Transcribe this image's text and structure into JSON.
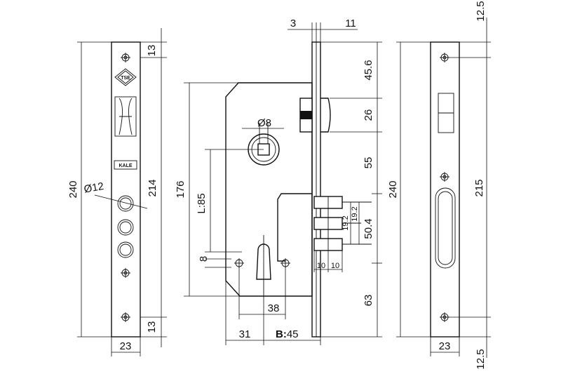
{
  "dims": {
    "face_length": "240",
    "hole_spacing": "214",
    "top_end": "13",
    "bottom_end": "13",
    "hole_dia_label": "Ø12",
    "face_width": "23",
    "body_height": "176",
    "backset_label": "L:85",
    "follower_dia": "Ø8",
    "pin_dia": "8",
    "cylinder_pin_spacing": "38",
    "cylinder_offset": "31",
    "backset_b_prefix": "B:",
    "backset_b_value": "45",
    "latch_face": "3",
    "latch_throw": "11",
    "latch_top": "45.6",
    "latch_height": "26",
    "latch_to_bolt": "55",
    "bolt_pitch_1": "19.2",
    "bolt_pitch_2": "19.2",
    "bolt_span": "50.4",
    "bolt_bottom": "63",
    "bolt_width_1": "10",
    "bolt_width_2": "10",
    "strike_length": "240",
    "strike_hole_spacing": "215",
    "strike_top": "12.5",
    "strike_bottom": "12.5",
    "strike_width": "23"
  },
  "logos": {
    "tse": "TSE",
    "kale": "KALE"
  }
}
